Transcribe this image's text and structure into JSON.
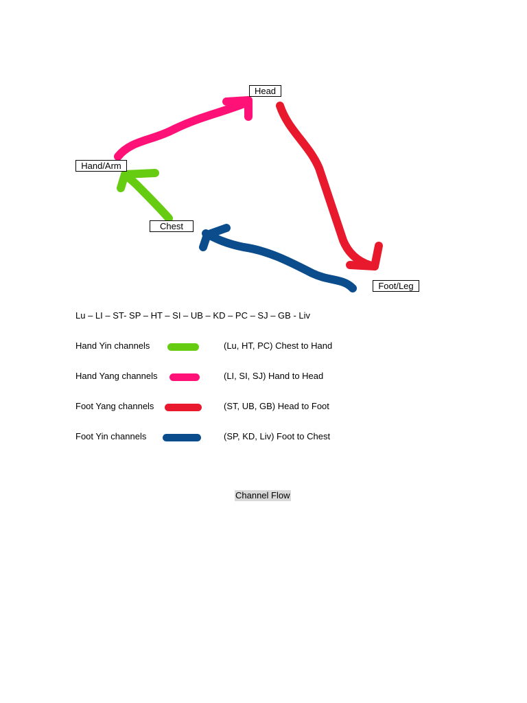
{
  "colors": {
    "hand_yin": "#66cc11",
    "hand_yang": "#ff1177",
    "foot_yang": "#e8192c",
    "foot_yin": "#0b4d8c"
  },
  "nodes": {
    "head": "Head",
    "hand_arm": "Hand/Arm",
    "chest": "Chest",
    "foot_leg": "Foot/Leg"
  },
  "sequence": "Lu – LI – ST- SP – HT – SI – UB – KD – PC – SJ – GB - Liv",
  "legend": [
    {
      "label": "Hand Yin channels",
      "color": "#66cc11",
      "desc": "(Lu, HT, PC) Chest to Hand"
    },
    {
      "label": "Hand Yang channels",
      "color": "#ff1177",
      "desc": "(LI, SI, SJ) Hand to Head"
    },
    {
      "label": "Foot Yang channels",
      "color": "#e8192c",
      "desc": "(ST, UB, GB) Head to Foot"
    },
    {
      "label": "Foot Yin channels",
      "color": "#0b4d8c",
      "desc": "(SP, KD, Liv) Foot to Chest"
    }
  ],
  "caption": "Channel Flow"
}
